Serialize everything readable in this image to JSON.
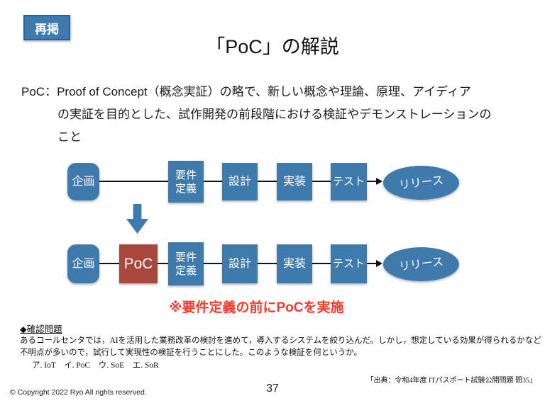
{
  "badge": {
    "label": "再掲"
  },
  "title": "「PoC」の解説",
  "description": {
    "line1": "PoC：Proof of Concept（概念実証）の略で、新しい概念や理論、原理、アイディア",
    "line2": "の実証を目的とした、試作開発の前段階における検証やデモンストレーションの",
    "line3": "こと"
  },
  "diagram": {
    "row1": {
      "plan": "企画",
      "req_line1": "要件",
      "req_line2": "定義",
      "design": "設計",
      "implement": "実装",
      "test": "テスト",
      "release": "リリース"
    },
    "row2": {
      "plan": "企画",
      "poc": "PoC",
      "req_line1": "要件",
      "req_line2": "定義",
      "design": "設計",
      "implement": "実装",
      "test": "テスト",
      "release": "リリース"
    },
    "note": "※要件定義の前にPoCを実施"
  },
  "quiz": {
    "heading": "◆確認問題",
    "question_line1": "あるコールセンタでは，AIを活用した業務改革の検討を進めて，導入するシステムを絞り込んだ。しかし，想定している効果が得られるかなど",
    "question_line2": "不明点が多いので，試行して実現性の検証を行うことにした。このような検証を何というか。",
    "options": "ア. IoT　イ. PoC　ウ. SoE　エ. SoR",
    "source": "「出典：令和4年度 ITパスポート試験公開問題 問35」"
  },
  "footer": {
    "copyright": "© Copyright 2022 Ryo All rights reserved.",
    "page_number": "37"
  },
  "colors": {
    "shape_blue": "#3E7AAC",
    "badge_border": "#2F6190",
    "poc_red": "#A8473B",
    "note_red": "#FB392B",
    "connector_black": "#111111"
  }
}
